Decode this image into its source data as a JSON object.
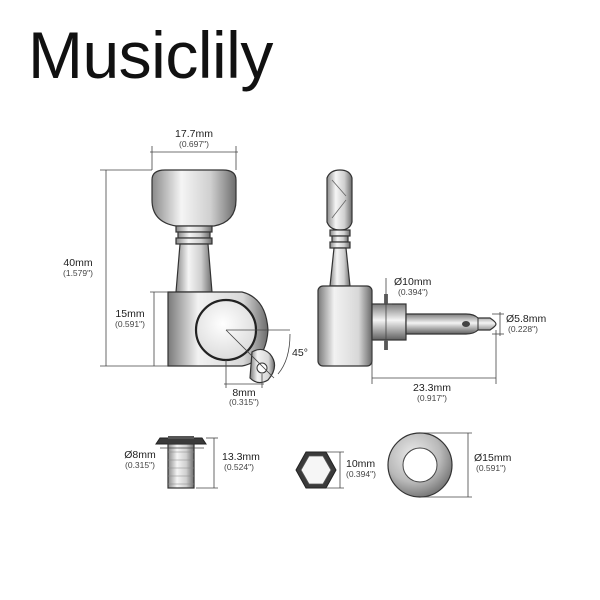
{
  "brand": {
    "logo_text": "Musiclily"
  },
  "dimensions": {
    "button_width": {
      "mm": "17.7mm",
      "inch": "(0.697\")"
    },
    "total_height": {
      "mm": "40mm",
      "inch": "(1.579\")"
    },
    "housing_height": {
      "mm": "15mm",
      "inch": "(0.591\")"
    },
    "ear_offset": {
      "mm": "8mm",
      "inch": "(0.315\")"
    },
    "ear_angle": {
      "text": "45°"
    },
    "bushing_dia": {
      "mm": "Ø10mm",
      "inch": "(0.394\")"
    },
    "post_dia": {
      "mm": "Ø5.8mm",
      "inch": "(0.228\")"
    },
    "post_length": {
      "mm": "23.3mm",
      "inch": "(0.917\")"
    },
    "nut_dia": {
      "mm": "Ø8mm",
      "inch": "(0.315\")"
    },
    "nut_height": {
      "mm": "13.3mm",
      "inch": "(0.524\")"
    },
    "hex_nut": {
      "mm": "10mm",
      "inch": "(0.394\")"
    },
    "washer_dia": {
      "mm": "Ø15mm",
      "inch": "(0.591\")"
    }
  },
  "colors": {
    "metal_light": "#f4f4f4",
    "metal_dark": "#3a3a3a",
    "line": "#444444"
  }
}
